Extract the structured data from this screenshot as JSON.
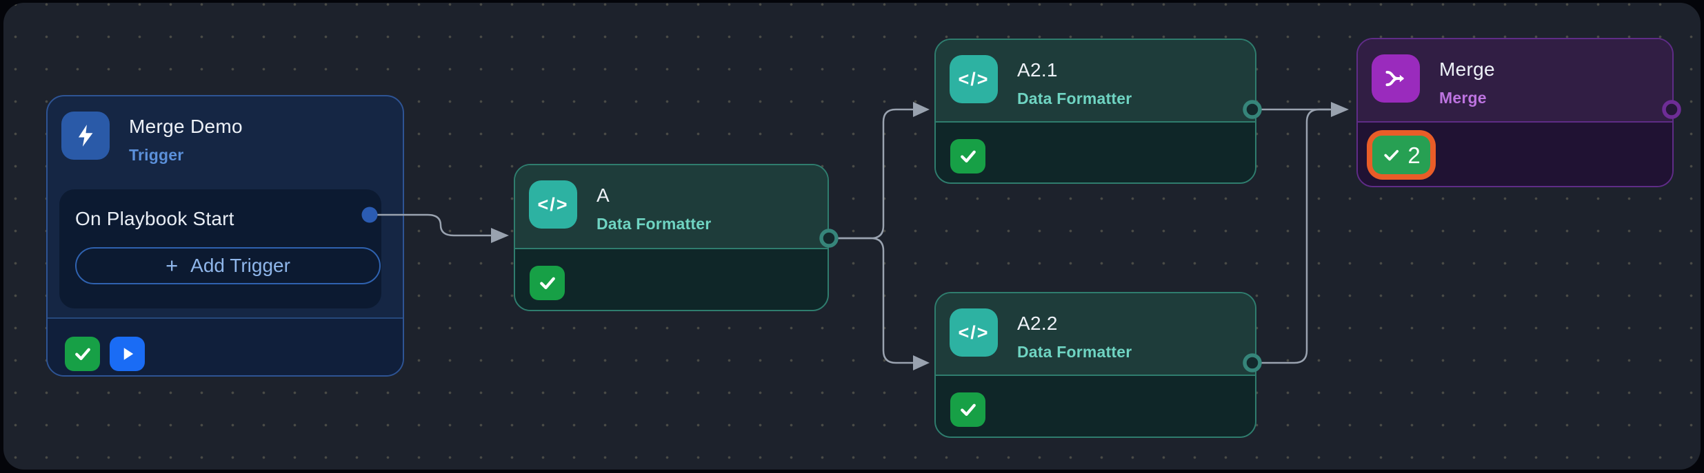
{
  "canvas": {
    "background": "#1d222c",
    "outer_background": "#04050a",
    "dot_color": "#4a4b46"
  },
  "palette": {
    "connector": "#9aa3b0",
    "trigger_border": "#2e5494",
    "trigger_icon_blue": "#2a5aa8",
    "success_green": "#17a046",
    "run_blue": "#1a6cf5",
    "teal_icon": "#2db2a2",
    "teal_border": "#2f7d6e",
    "purple_icon": "#9a2bbd",
    "purple_border": "#5f2c87",
    "highlight_orange": "#e95d28"
  },
  "nodes": {
    "trigger": {
      "title": "Merge Demo",
      "subtitle": "Trigger",
      "icon": "lightning-bolt",
      "event": "On Playbook Start",
      "add_button": {
        "plus": "+",
        "label": "Add Trigger"
      }
    },
    "a": {
      "title": "A",
      "subtitle": "Data Formatter",
      "icon_glyph": "</>"
    },
    "a2_1": {
      "title": "A2.1",
      "subtitle": "Data Formatter",
      "icon_glyph": "</>"
    },
    "a2_2": {
      "title": "A2.2",
      "subtitle": "Data Formatter",
      "icon_glyph": "</>"
    },
    "merge": {
      "title": "Merge",
      "subtitle": "Merge",
      "badge_count": "2"
    }
  }
}
